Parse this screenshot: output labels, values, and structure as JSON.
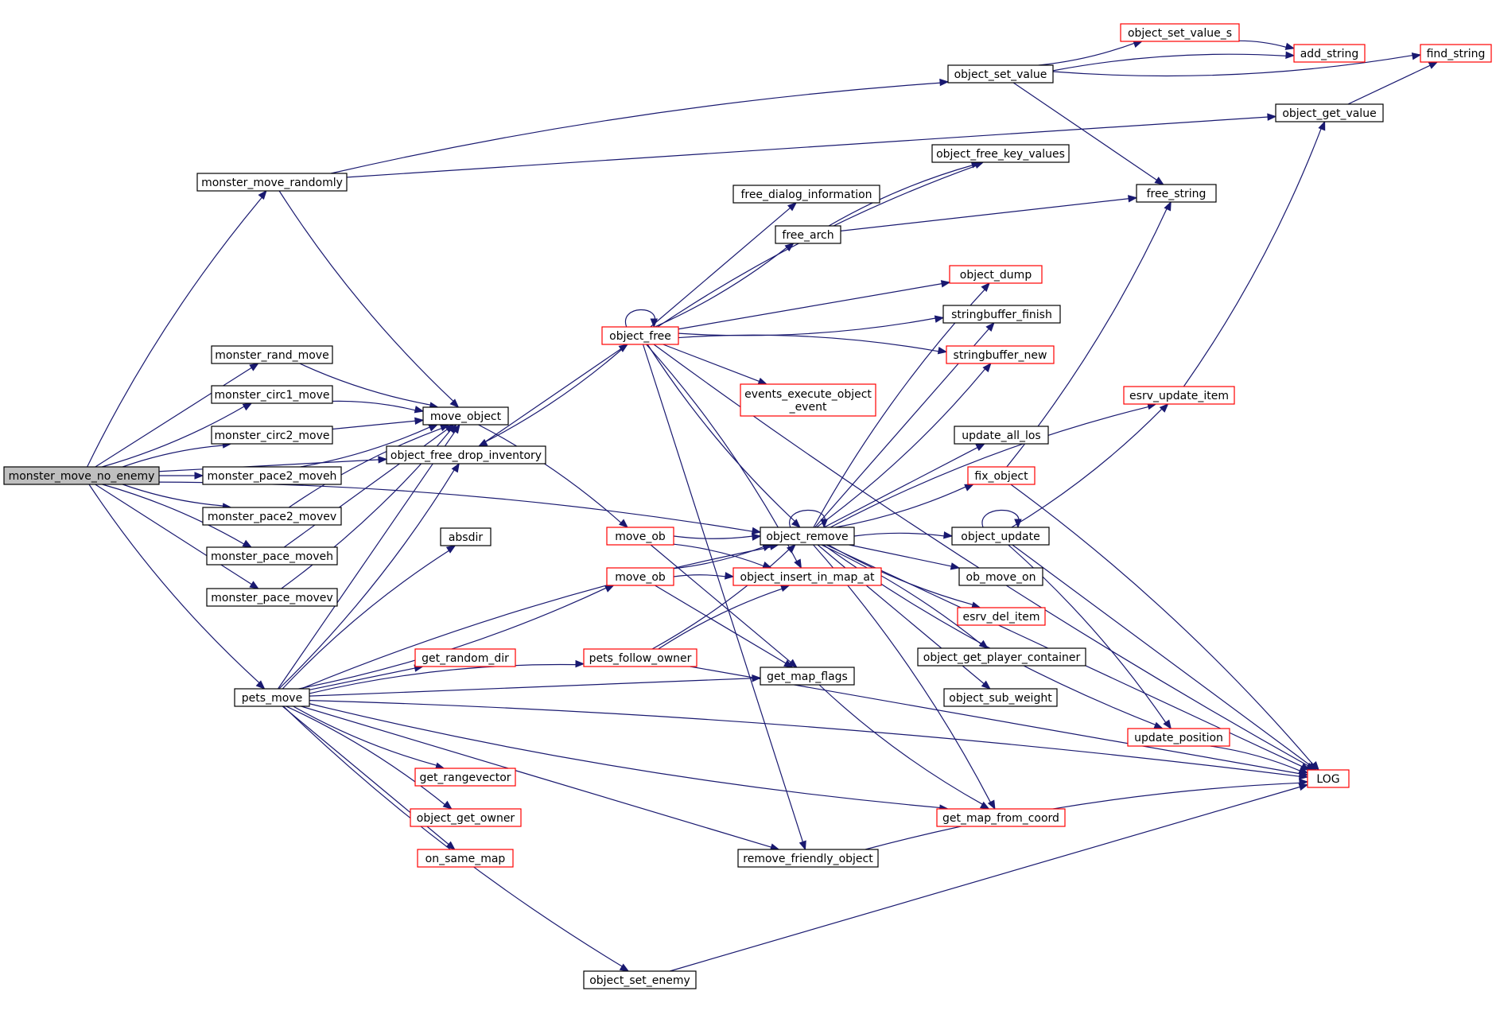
{
  "colors": {
    "edge": "#191970",
    "border_plain": "#000000",
    "border_red": "#ff0000",
    "root_fill": "#bfbfbf"
  },
  "nodes": [
    {
      "id": "monster_move_no_enemy",
      "label": "monster_move_no_enemy",
      "style": "root"
    },
    {
      "id": "monster_move_randomly",
      "label": "monster_move_randomly",
      "style": "plain"
    },
    {
      "id": "monster_rand_move",
      "label": "monster_rand_move",
      "style": "plain"
    },
    {
      "id": "monster_circ1_move",
      "label": "monster_circ1_move",
      "style": "plain"
    },
    {
      "id": "monster_circ2_move",
      "label": "monster_circ2_move",
      "style": "plain"
    },
    {
      "id": "monster_pace2_moveh",
      "label": "monster_pace2_moveh",
      "style": "plain"
    },
    {
      "id": "monster_pace2_movev",
      "label": "monster_pace2_movev",
      "style": "plain"
    },
    {
      "id": "monster_pace_moveh",
      "label": "monster_pace_moveh",
      "style": "plain"
    },
    {
      "id": "monster_pace_movev",
      "label": "monster_pace_movev",
      "style": "plain"
    },
    {
      "id": "pets_move",
      "label": "pets_move",
      "style": "plain"
    },
    {
      "id": "move_object",
      "label": "move_object",
      "style": "plain"
    },
    {
      "id": "object_free_drop_inventory",
      "label": "object_free_drop_inventory",
      "style": "plain"
    },
    {
      "id": "absdir",
      "label": "absdir",
      "style": "plain"
    },
    {
      "id": "get_random_dir",
      "label": "get_random_dir",
      "style": "red"
    },
    {
      "id": "get_rangevector",
      "label": "get_rangevector",
      "style": "red"
    },
    {
      "id": "object_get_owner",
      "label": "object_get_owner",
      "style": "red"
    },
    {
      "id": "on_same_map",
      "label": "on_same_map",
      "style": "red"
    },
    {
      "id": "object_free",
      "label": "object_free",
      "style": "red"
    },
    {
      "id": "move_ob_1",
      "label": "move_ob",
      "style": "red"
    },
    {
      "id": "move_ob_2",
      "label": "move_ob",
      "style": "red"
    },
    {
      "id": "pets_follow_owner",
      "label": "pets_follow_owner",
      "style": "red"
    },
    {
      "id": "object_set_enemy",
      "label": "object_set_enemy",
      "style": "plain"
    },
    {
      "id": "free_dialog_information",
      "label": "free_dialog_information",
      "style": "plain"
    },
    {
      "id": "free_arch",
      "label": "free_arch",
      "style": "plain"
    },
    {
      "id": "events_execute_object_event",
      "label": "events_execute_object\n_event",
      "style": "red"
    },
    {
      "id": "object_remove",
      "label": "object_remove",
      "style": "plain"
    },
    {
      "id": "object_insert_in_map_at",
      "label": "object_insert_in_map_at",
      "style": "red"
    },
    {
      "id": "get_map_flags",
      "label": "get_map_flags",
      "style": "plain"
    },
    {
      "id": "remove_friendly_object",
      "label": "remove_friendly_object",
      "style": "plain"
    },
    {
      "id": "object_set_value",
      "label": "object_set_value",
      "style": "plain"
    },
    {
      "id": "object_free_key_values",
      "label": "object_free_key_values",
      "style": "plain"
    },
    {
      "id": "object_dump",
      "label": "object_dump",
      "style": "red"
    },
    {
      "id": "stringbuffer_finish",
      "label": "stringbuffer_finish",
      "style": "plain"
    },
    {
      "id": "stringbuffer_new",
      "label": "stringbuffer_new",
      "style": "red"
    },
    {
      "id": "update_all_los",
      "label": "update_all_los",
      "style": "plain"
    },
    {
      "id": "fix_object",
      "label": "fix_object",
      "style": "red"
    },
    {
      "id": "object_update",
      "label": "object_update",
      "style": "plain"
    },
    {
      "id": "ob_move_on",
      "label": "ob_move_on",
      "style": "plain"
    },
    {
      "id": "esrv_del_item",
      "label": "esrv_del_item",
      "style": "red"
    },
    {
      "id": "object_get_player_container",
      "label": "object_get_player_container",
      "style": "plain"
    },
    {
      "id": "object_sub_weight",
      "label": "object_sub_weight",
      "style": "plain"
    },
    {
      "id": "get_map_from_coord",
      "label": "get_map_from_coord",
      "style": "red"
    },
    {
      "id": "object_set_value_s",
      "label": "object_set_value_s",
      "style": "red"
    },
    {
      "id": "free_string",
      "label": "free_string",
      "style": "plain"
    },
    {
      "id": "esrv_update_item",
      "label": "esrv_update_item",
      "style": "red"
    },
    {
      "id": "update_position",
      "label": "update_position",
      "style": "red"
    },
    {
      "id": "add_string",
      "label": "add_string",
      "style": "red"
    },
    {
      "id": "object_get_value",
      "label": "object_get_value",
      "style": "plain"
    },
    {
      "id": "LOG",
      "label": "LOG",
      "style": "red"
    },
    {
      "id": "find_string",
      "label": "find_string",
      "style": "red"
    }
  ],
  "edges": [
    [
      "monster_move_no_enemy",
      "monster_move_randomly"
    ],
    [
      "monster_move_no_enemy",
      "monster_rand_move"
    ],
    [
      "monster_move_no_enemy",
      "monster_circ1_move"
    ],
    [
      "monster_move_no_enemy",
      "monster_circ2_move"
    ],
    [
      "monster_move_no_enemy",
      "monster_pace2_moveh"
    ],
    [
      "monster_move_no_enemy",
      "monster_pace2_movev"
    ],
    [
      "monster_move_no_enemy",
      "monster_pace_moveh"
    ],
    [
      "monster_move_no_enemy",
      "monster_pace_movev"
    ],
    [
      "monster_move_no_enemy",
      "pets_move"
    ],
    [
      "monster_move_no_enemy",
      "object_remove"
    ],
    [
      "monster_move_no_enemy",
      "object_free_drop_inventory"
    ],
    [
      "monster_move_randomly",
      "move_object"
    ],
    [
      "monster_move_randomly",
      "object_set_value"
    ],
    [
      "monster_move_randomly",
      "object_get_value"
    ],
    [
      "monster_rand_move",
      "move_object"
    ],
    [
      "monster_circ1_move",
      "move_object"
    ],
    [
      "monster_circ2_move",
      "move_object"
    ],
    [
      "monster_pace2_moveh",
      "move_object"
    ],
    [
      "monster_pace2_movev",
      "move_object"
    ],
    [
      "monster_pace_moveh",
      "move_object"
    ],
    [
      "monster_pace_movev",
      "move_object"
    ],
    [
      "move_object",
      "move_ob_1"
    ],
    [
      "pets_move",
      "move_object"
    ],
    [
      "pets_move",
      "object_free_drop_inventory"
    ],
    [
      "pets_move",
      "absdir"
    ],
    [
      "pets_move",
      "get_random_dir"
    ],
    [
      "pets_move",
      "get_rangevector"
    ],
    [
      "pets_move",
      "object_get_owner"
    ],
    [
      "pets_move",
      "on_same_map"
    ],
    [
      "pets_move",
      "move_ob_2"
    ],
    [
      "pets_move",
      "pets_follow_owner"
    ],
    [
      "pets_move",
      "get_map_flags"
    ],
    [
      "pets_move",
      "get_map_from_coord"
    ],
    [
      "pets_move",
      "object_remove"
    ],
    [
      "pets_move",
      "remove_friendly_object"
    ],
    [
      "pets_move",
      "object_set_enemy"
    ],
    [
      "pets_move",
      "LOG"
    ],
    [
      "object_free_drop_inventory",
      "object_free"
    ],
    [
      "object_free",
      "object_free"
    ],
    [
      "object_free",
      "object_free_drop_inventory"
    ],
    [
      "object_free",
      "free_dialog_information"
    ],
    [
      "object_free",
      "free_arch"
    ],
    [
      "object_free",
      "object_free_key_values"
    ],
    [
      "object_free",
      "object_dump"
    ],
    [
      "object_free",
      "stringbuffer_finish"
    ],
    [
      "object_free",
      "stringbuffer_new"
    ],
    [
      "object_free",
      "events_execute_object_event"
    ],
    [
      "object_free",
      "object_remove"
    ],
    [
      "object_free",
      "object_insert_in_map_at"
    ],
    [
      "object_free",
      "remove_friendly_object"
    ],
    [
      "object_free",
      "LOG"
    ],
    [
      "free_arch",
      "object_free_key_values"
    ],
    [
      "free_arch",
      "free_string"
    ],
    [
      "move_ob_1",
      "object_remove"
    ],
    [
      "move_ob_1",
      "object_insert_in_map_at"
    ],
    [
      "move_ob_1",
      "get_map_flags"
    ],
    [
      "move_ob_2",
      "object_remove"
    ],
    [
      "move_ob_2",
      "object_insert_in_map_at"
    ],
    [
      "move_ob_2",
      "get_map_flags"
    ],
    [
      "pets_follow_owner",
      "object_remove"
    ],
    [
      "pets_follow_owner",
      "object_insert_in_map_at"
    ],
    [
      "pets_follow_owner",
      "LOG"
    ],
    [
      "object_remove",
      "object_remove"
    ],
    [
      "object_remove",
      "object_dump"
    ],
    [
      "object_remove",
      "stringbuffer_finish"
    ],
    [
      "object_remove",
      "stringbuffer_new"
    ],
    [
      "object_remove",
      "esrv_update_item"
    ],
    [
      "object_remove",
      "update_all_los"
    ],
    [
      "object_remove",
      "fix_object"
    ],
    [
      "object_remove",
      "object_update"
    ],
    [
      "object_remove",
      "ob_move_on"
    ],
    [
      "object_remove",
      "esrv_del_item"
    ],
    [
      "object_remove",
      "object_get_player_container"
    ],
    [
      "object_remove",
      "object_sub_weight"
    ],
    [
      "object_remove",
      "update_position"
    ],
    [
      "object_remove",
      "get_map_from_coord"
    ],
    [
      "object_remove",
      "LOG"
    ],
    [
      "get_map_flags",
      "get_map_from_coord"
    ],
    [
      "remove_friendly_object",
      "LOG"
    ],
    [
      "object_set_enemy",
      "LOG"
    ],
    [
      "object_set_value",
      "object_set_value_s"
    ],
    [
      "object_set_value",
      "add_string"
    ],
    [
      "object_set_value",
      "free_string"
    ],
    [
      "object_set_value",
      "find_string"
    ],
    [
      "object_set_value_s",
      "add_string"
    ],
    [
      "object_get_value",
      "find_string"
    ],
    [
      "fix_object",
      "free_string"
    ],
    [
      "fix_object",
      "LOG"
    ],
    [
      "object_update",
      "object_update"
    ],
    [
      "object_update",
      "esrv_update_item"
    ],
    [
      "object_update",
      "update_position"
    ],
    [
      "object_update",
      "LOG"
    ],
    [
      "esrv_update_item",
      "object_get_value"
    ],
    [
      "update_position",
      "LOG"
    ]
  ]
}
